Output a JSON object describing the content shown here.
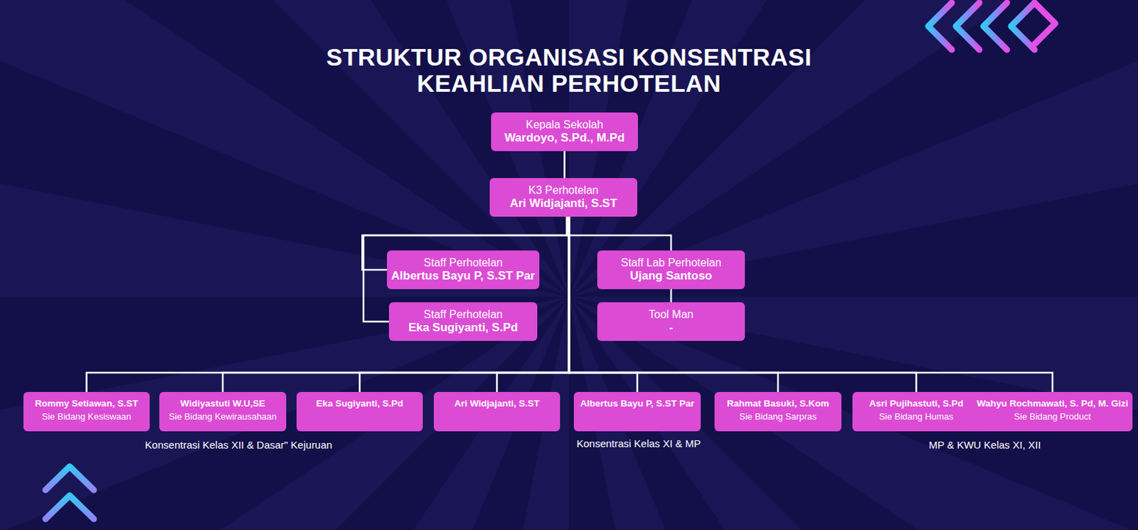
{
  "diagram": {
    "title": "STRUKTUR ORGANISASI KONSENTRASI KEAHLIAN PERHOTELAN",
    "nodes": [
      {
        "text": [
          "Kepala Sekolah",
          "Wardoyo, S.Pd., M.Pd"
        ]
      },
      {
        "text": [
          "K3 Perhotelan",
          "Ari Widjajanti, S.ST"
        ]
      },
      {
        "text": [
          "Staff  Perhotelan",
          "Albertus Bayu P, S.ST Par"
        ]
      },
      {
        "text": [
          "Staff Lab Perhotelan",
          "Ujang Santoso"
        ]
      },
      {
        "text": [
          "Staff Perhotelan",
          "Eka Sugiyanti, S.Pd"
        ]
      },
      {
        "text": [
          "Tool Man",
          "-"
        ]
      },
      {
        "text": [
          "Rommy Setiawan, S.ST",
          "Sie Bidang Kesiswaan"
        ]
      },
      {
        "text": [
          "Widiyastuti W.U,SE",
          "Sie Bidang Kewirausahaan"
        ]
      },
      {
        "text": [
          "Eka Sugiyanti, S.Pd"
        ]
      },
      {
        "text": [
          "Ari Widjajanti, S.ST"
        ]
      },
      {
        "text": [
          "Albertus Bayu P, S.ST Par"
        ]
      },
      {
        "text": [
          "Rahmat Basuki, S.Kom",
          "Sie Bidang Sarpras"
        ]
      },
      {
        "text": [
          "Asri Pujihastuti, S.Pd",
          "Sie Bidang Humas"
        ]
      },
      {
        "text": [
          "Wahyu Rochmawati, S. Pd, M. Gizi",
          "Sie Bidang Product"
        ]
      }
    ],
    "edges": [
      {
        "from": 0,
        "to": 1,
        "arrow": "none"
      },
      {
        "from": 1,
        "to": 2,
        "arrow": "none"
      },
      {
        "from": 1,
        "to": 4,
        "arrow": "none"
      },
      {
        "from": 1,
        "to": 3,
        "arrow": "none"
      },
      {
        "from": 3,
        "to": 5,
        "arrow": "none"
      },
      {
        "from": 1,
        "to": 6,
        "arrow": "none"
      },
      {
        "from": 1,
        "to": 7,
        "arrow": "none"
      },
      {
        "from": 1,
        "to": 8,
        "arrow": "none"
      },
      {
        "from": 1,
        "to": 9,
        "arrow": "none"
      },
      {
        "from": 1,
        "to": 10,
        "arrow": "none"
      },
      {
        "from": 1,
        "to": 11,
        "arrow": "none"
      },
      {
        "from": 1,
        "to": 12,
        "arrow": "none"
      },
      {
        "from": 1,
        "to": 13,
        "arrow": "none"
      }
    ],
    "labels": [
      "Konsentrasi Kelas XII & Dasar\" Kejuruan",
      "Konsentrasi Kelas XI & MP",
      "MP & KWU Kelas XI, XII"
    ]
  }
}
